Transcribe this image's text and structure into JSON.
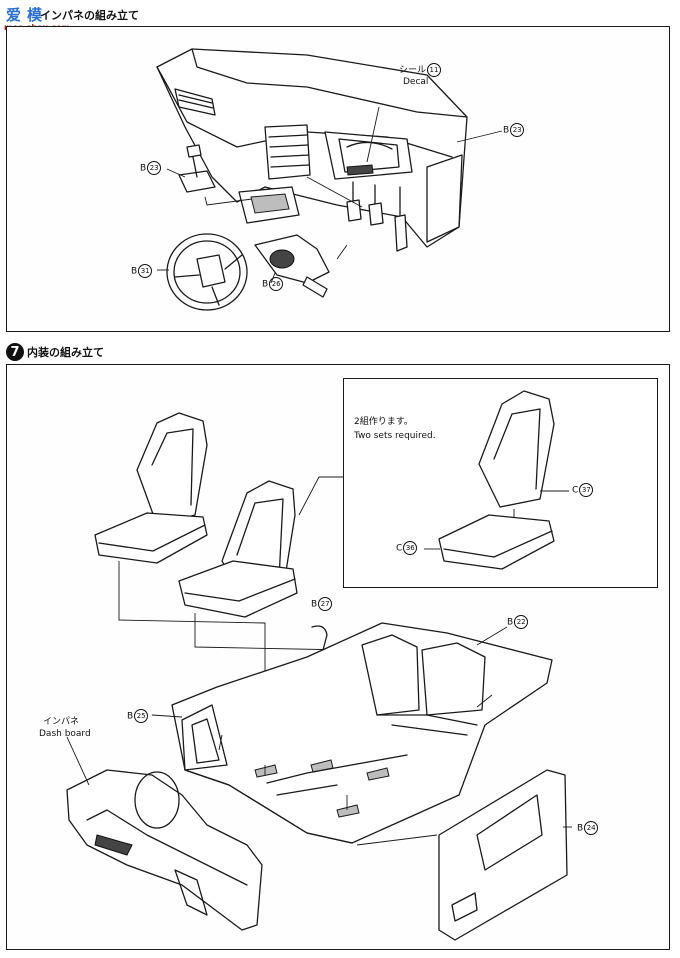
{
  "watermark": {
    "text": "爱模",
    "url": "moo-shou.com"
  },
  "step6": {
    "title": "インパネの組み立て",
    "labels": {
      "decal_jp": "シール",
      "decal_num": "11",
      "decal_en": "Decal",
      "dash_part": "B",
      "dash_num": "23",
      "shifter_part": "B",
      "shifter_num": "23",
      "wheel_part": "B",
      "wheel_num": "31",
      "column_part": "B",
      "column_num": "26"
    }
  },
  "step7": {
    "number": "7",
    "title": "内装の組み立て",
    "callout": {
      "jp": "2組作ります。",
      "en": "Two sets required."
    },
    "labels": {
      "seatback_part": "C",
      "seatback_num": "37",
      "seatbase_part": "C",
      "seatbase_num": "36",
      "b27_part": "B",
      "b27_num": "27",
      "b22_part": "B",
      "b22_num": "22",
      "b25_part": "B",
      "b25_num": "25",
      "b24_part": "B",
      "b24_num": "24",
      "dash_jp": "インパネ",
      "dash_en": "Dash board"
    }
  }
}
